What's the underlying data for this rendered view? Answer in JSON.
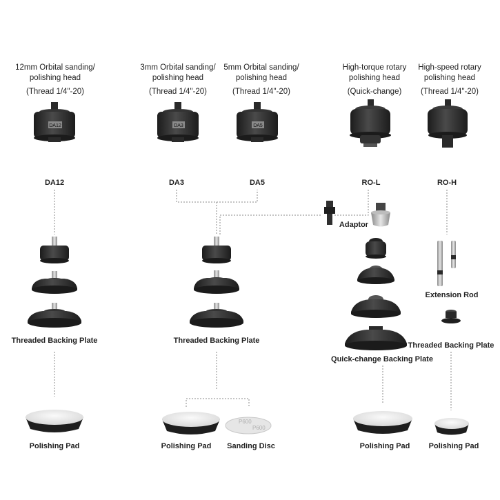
{
  "heads": [
    {
      "line1": "12mm Orbital sanding/",
      "line2": "polishing head",
      "thread": "(Thread 1/4\"-20)",
      "badge": "DA12",
      "code": "DA12"
    },
    {
      "line1": "3mm Orbital sanding/",
      "line2": "polishing head",
      "thread": "(Thread 1/4\"-20)",
      "badge": "DA3",
      "code": "DA3"
    },
    {
      "line1": "5mm Orbital sanding/",
      "line2": "polishing head",
      "thread": "(Thread 1/4\"-20)",
      "badge": "DA5",
      "code": "DA5"
    },
    {
      "line1": "High-torque rotary",
      "line2": "polishing head",
      "thread": "(Quick-change)",
      "badge": "",
      "code": "RO-L"
    },
    {
      "line1": "High-speed rotary",
      "line2": "polishing head",
      "thread": "(Thread 1/4\"-20)",
      "badge": "",
      "code": "RO-H"
    }
  ],
  "labels": {
    "adaptor": "Adaptor",
    "extension_rod": "Extension Rod",
    "threaded_backing_plate_1": "Threaded Backing Plate",
    "threaded_backing_plate_2": "Threaded Backing Plate",
    "threaded_backing_plate_3": "Threaded Backing Plate",
    "quick_change_backing_plate": "Quick-change Backing Plate",
    "polishing_pad_1": "Polishing Pad",
    "polishing_pad_2": "Polishing Pad",
    "sanding_disc": "Sanding Disc",
    "polishing_pad_3": "Polishing Pad",
    "polishing_pad_4": "Polishing Pad"
  },
  "disc_text": "P600",
  "colors": {
    "body": "#2b2b2b",
    "body_light": "#3d3d3d",
    "metal": "#c9c9c9",
    "pad_face": "#efefef",
    "dash": "#888888"
  }
}
